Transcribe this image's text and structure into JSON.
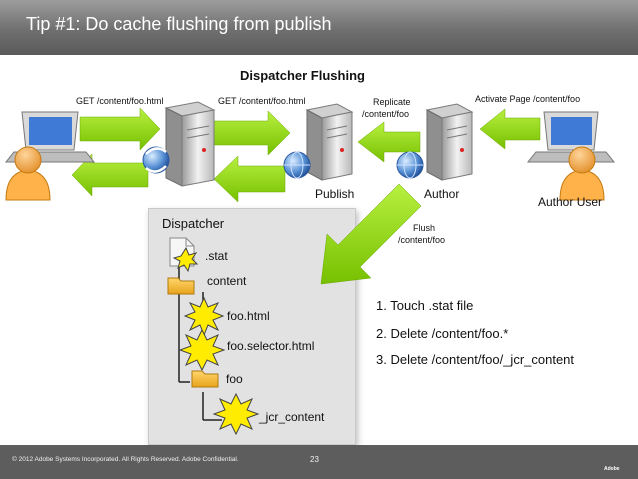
{
  "slide": {
    "title": "Tip #1: Do cache flushing from publish",
    "heading": "Dispatcher Flushing"
  },
  "labels": {
    "get_user": "GET /content/foo.html",
    "get_dispatcher": "GET /content/foo.html",
    "replicate_line1": "Replicate",
    "replicate_line2": "/content/foo",
    "activate_page": "Activate Page /content/foo",
    "publish": "Publish",
    "author": "Author",
    "author_user": "Author User",
    "flush_line1": "Flush",
    "flush_line2": "/content/foo",
    "dispatcher": "Dispatcher"
  },
  "tree": {
    "stat": ".stat",
    "content": "content",
    "foo_html": "foo.html",
    "foo_selector": "foo.selector.html",
    "foo": "foo",
    "jcr": "_jcr_content"
  },
  "steps": [
    "1. Touch .stat file",
    "2. Delete /content/foo.*",
    "3. Delete /content/foo/_jcr_content"
  ],
  "footer": {
    "copyright": "© 2012 Adobe Systems Incorporated.  All Rights Reserved.  Adobe Confidential.",
    "page_number": "23",
    "logo_text": "Adobe"
  },
  "colors": {
    "arrow_green": "#8ed400",
    "title_bar": "#7a7a7a",
    "footer_bar": "#5d5d5d",
    "burst_yellow": "#ffec00",
    "adobe_red": "#e31b23"
  },
  "icons": [
    "laptop-icon",
    "user-icon",
    "server-icon",
    "globe-icon",
    "refresh-globe-icon",
    "file-icon",
    "folder-icon",
    "burst-icon",
    "adobe-logo-icon"
  ]
}
